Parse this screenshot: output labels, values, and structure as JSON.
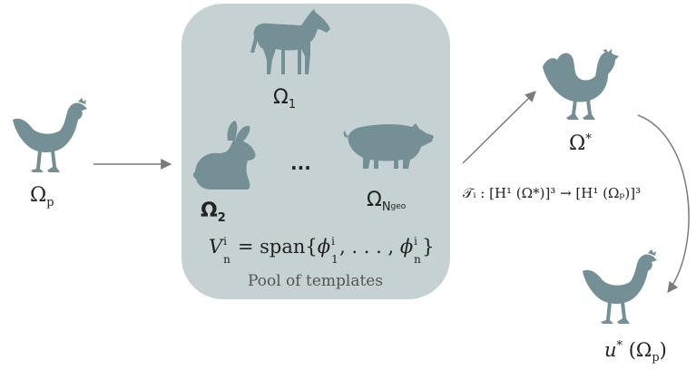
{
  "colors": {
    "animal": "#748f95",
    "pool_box": "#c5d1d3",
    "arrow": "#7b7b7b",
    "text": "#222222",
    "caption": "#555555"
  },
  "icons": {
    "patient_chicken": "hen-icon",
    "horse": "horse-icon",
    "rabbit": "rabbit-icon",
    "pig": "pig-icon",
    "reference_rooster": "rooster-icon",
    "result_chicken": "hen-icon"
  },
  "labels": {
    "patient_domain": {
      "symbol": "Ω",
      "sub": "p"
    },
    "template_1": {
      "symbol": "Ω",
      "sub": "1"
    },
    "template_2": {
      "symbol": "Ω",
      "sub": "2"
    },
    "template_n": {
      "symbol": "Ω",
      "sub": "N",
      "subsub": "geo"
    },
    "ellipsis": "...",
    "reference_domain": {
      "symbol": "Ω",
      "sup": "*"
    },
    "space_formula": {
      "lhs": "V",
      "lhs_sup": "i",
      "lhs_sub": "n",
      "eq": " = span{",
      "phi": "ϕ",
      "phi1_sup": "i",
      "phi1_sub": "1",
      "dots": ", . . . , ",
      "phin_sup": "i",
      "phin_sub": "n",
      "close": "}"
    },
    "pool_caption": "Pool of templates",
    "transform": "𝒯ᵢ : [H¹ (Ω*)]³ → [H¹ (Ωₚ)]³",
    "solution": {
      "u": "u",
      "u_sup": "*",
      "arg": " (Ω",
      "arg_sub": "p",
      "close": ")"
    }
  }
}
